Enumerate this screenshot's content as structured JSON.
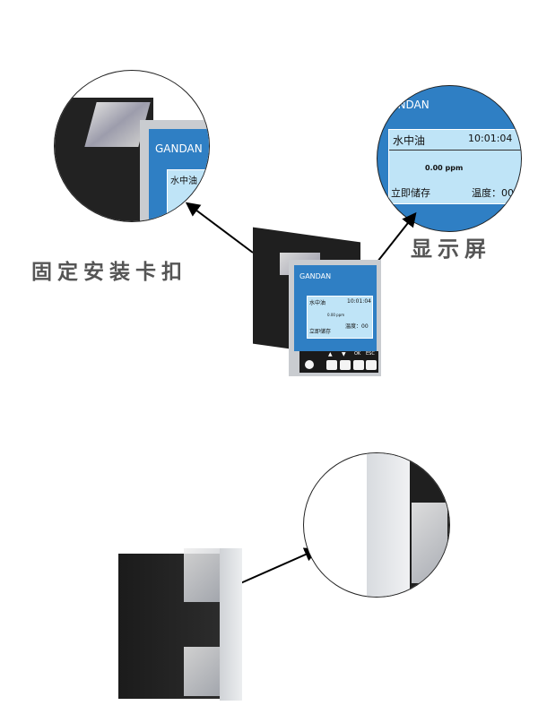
{
  "labels": {
    "clip": "固定安装卡扣",
    "display": "显示屏"
  },
  "device": {
    "brand": "GANDAN",
    "screen": {
      "title": "水中油",
      "time": "10:01:04",
      "reading": "0.00 ppm",
      "action": "立即储存",
      "temp": "温度：00"
    },
    "buttons": [
      "▲",
      "▼",
      "OK",
      "ESC"
    ]
  },
  "colors": {
    "bezel": "#2f7fc4",
    "lcd": "#bfe4f7",
    "body": "#1f1f1f",
    "label": "#555555"
  }
}
